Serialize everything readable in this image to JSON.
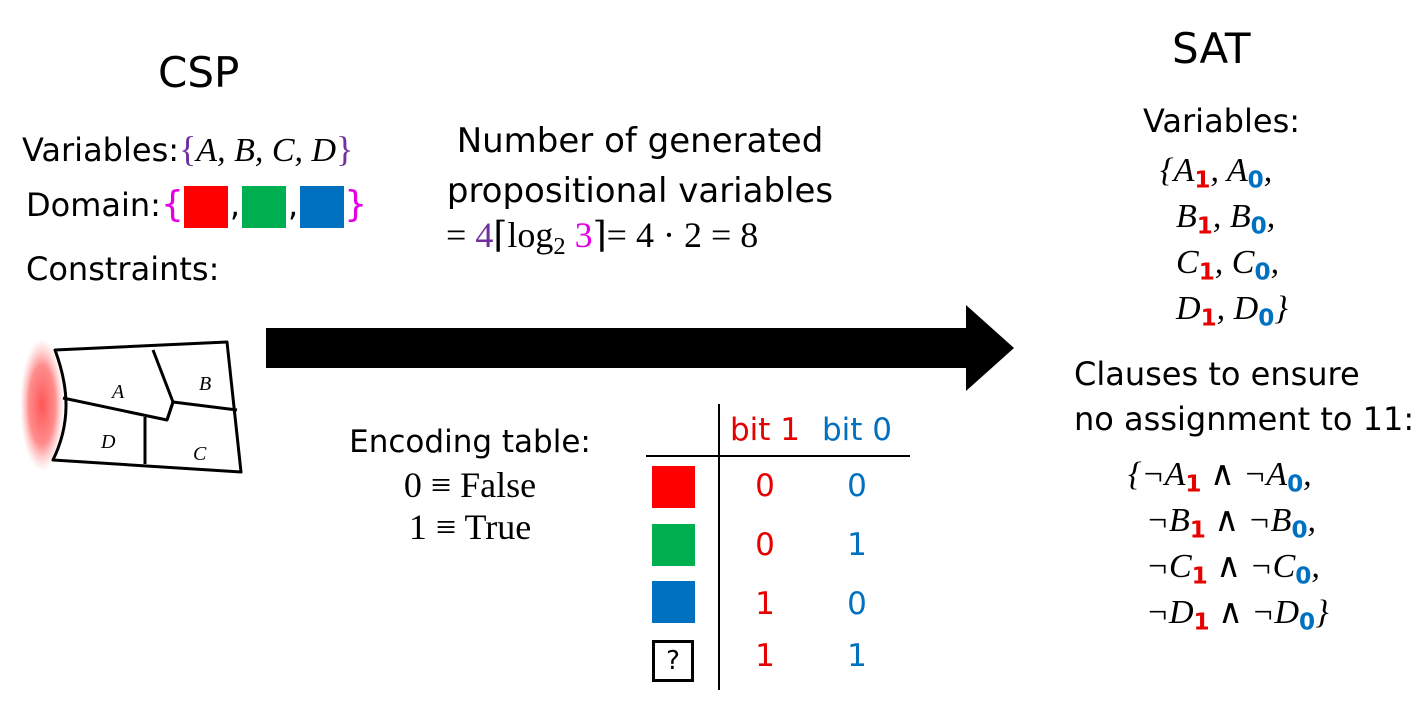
{
  "csp": {
    "title": "CSP",
    "variables_label": "Variables:",
    "variables": [
      "A",
      "B",
      "C",
      "D"
    ],
    "domain_label": "Domain:",
    "domain_colors": [
      "#ff0000",
      "#00b050",
      "#0070c0"
    ],
    "constraints_label": "Constraints:",
    "map_regions": [
      "A",
      "B",
      "C",
      "D"
    ]
  },
  "middle": {
    "line1": "Number of generated",
    "line2": "propositional variables",
    "formula": {
      "eq": "=",
      "n": "4",
      "log": "log",
      "base": "2",
      "k": "3",
      "rest": "= 4 · 2 = 8"
    }
  },
  "encoding": {
    "label": "Encoding table:",
    "false_line": "0 ≡ False",
    "true_line": "1 ≡ True"
  },
  "table": {
    "headers": [
      "bit 1",
      "bit 0"
    ],
    "rows": [
      {
        "swatch": "#ff0000",
        "bit1": "0",
        "bit0": "0"
      },
      {
        "swatch": "#00b050",
        "bit1": "0",
        "bit0": "1"
      },
      {
        "swatch": "#0070c0",
        "bit1": "1",
        "bit0": "0"
      },
      {
        "swatch": "?",
        "bit1": "1",
        "bit0": "1"
      }
    ]
  },
  "sat": {
    "title": "SAT",
    "variables_label": "Variables:",
    "var_pairs": [
      {
        "v": "A",
        "open": "{",
        "close": ","
      },
      {
        "v": "B",
        "open": "",
        "close": ","
      },
      {
        "v": "C",
        "open": "",
        "close": ","
      },
      {
        "v": "D",
        "open": "",
        "close": "}"
      }
    ],
    "clauses_label_1": "Clauses to ensure",
    "clauses_label_2": "no assignment to 11:",
    "clauses": [
      {
        "v": "A",
        "open": "{",
        "close": ","
      },
      {
        "v": "B",
        "open": "",
        "close": ","
      },
      {
        "v": "C",
        "open": "",
        "close": ","
      },
      {
        "v": "D",
        "open": "",
        "close": "}"
      }
    ],
    "sub_high": "1",
    "sub_low": "0"
  },
  "colors": {
    "red": "#e60000",
    "blue": "#0070c0",
    "purple": "#7030a0",
    "magenta": "#e400e4",
    "arrow": "#000000"
  }
}
